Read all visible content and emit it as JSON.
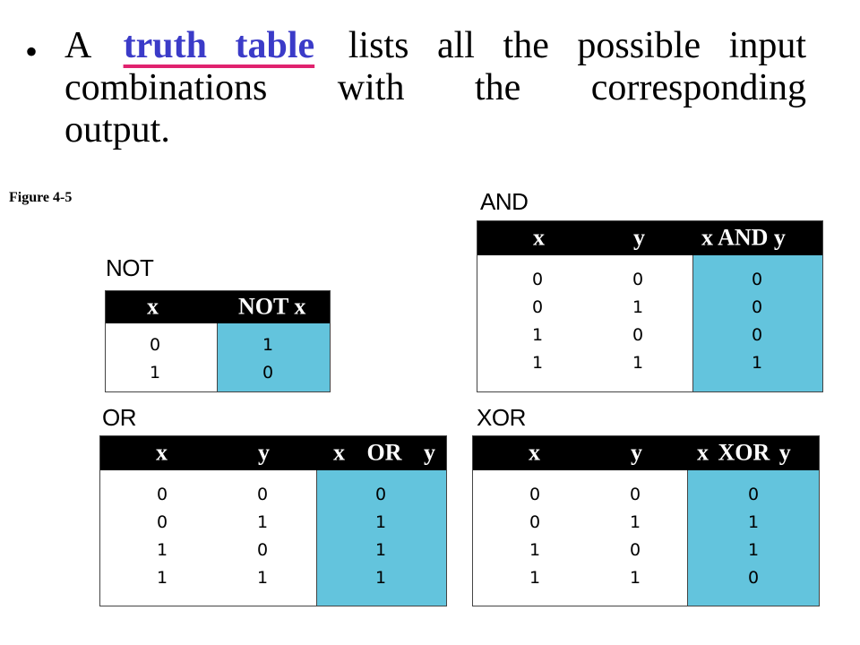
{
  "bullet": {
    "prefix": "A",
    "term": "truth table",
    "line1_rest": "lists all the possible input",
    "line2": "combinations with the corresponding",
    "line3": "output."
  },
  "figure_label": "Figure 4-5",
  "tables": {
    "not": {
      "title": "NOT",
      "headers": [
        "x",
        "NOT x"
      ],
      "x": [
        "0",
        "1"
      ],
      "out": [
        "1",
        "0"
      ]
    },
    "and": {
      "title": "AND",
      "headers": [
        "x",
        "y",
        "x AND y"
      ],
      "x": [
        "0",
        "0",
        "1",
        "1"
      ],
      "y": [
        "0",
        "1",
        "0",
        "1"
      ],
      "out": [
        "0",
        "0",
        "0",
        "1"
      ]
    },
    "or": {
      "title": "OR",
      "headers": [
        "x",
        "y",
        "x OR y"
      ],
      "x": [
        "0",
        "0",
        "1",
        "1"
      ],
      "y": [
        "0",
        "1",
        "0",
        "1"
      ],
      "out": [
        "0",
        "1",
        "1",
        "1"
      ]
    },
    "xor": {
      "title": "XOR",
      "headers": [
        "x",
        "y",
        "x XOR y"
      ],
      "x": [
        "0",
        "0",
        "1",
        "1"
      ],
      "y": [
        "0",
        "1",
        "0",
        "1"
      ],
      "out": [
        "0",
        "1",
        "1",
        "0"
      ]
    }
  },
  "colors": {
    "header_bg": "#000000",
    "output_bg": "#63c4dd",
    "term_text": "#3b3bc8",
    "term_underline": "#e0226e"
  }
}
